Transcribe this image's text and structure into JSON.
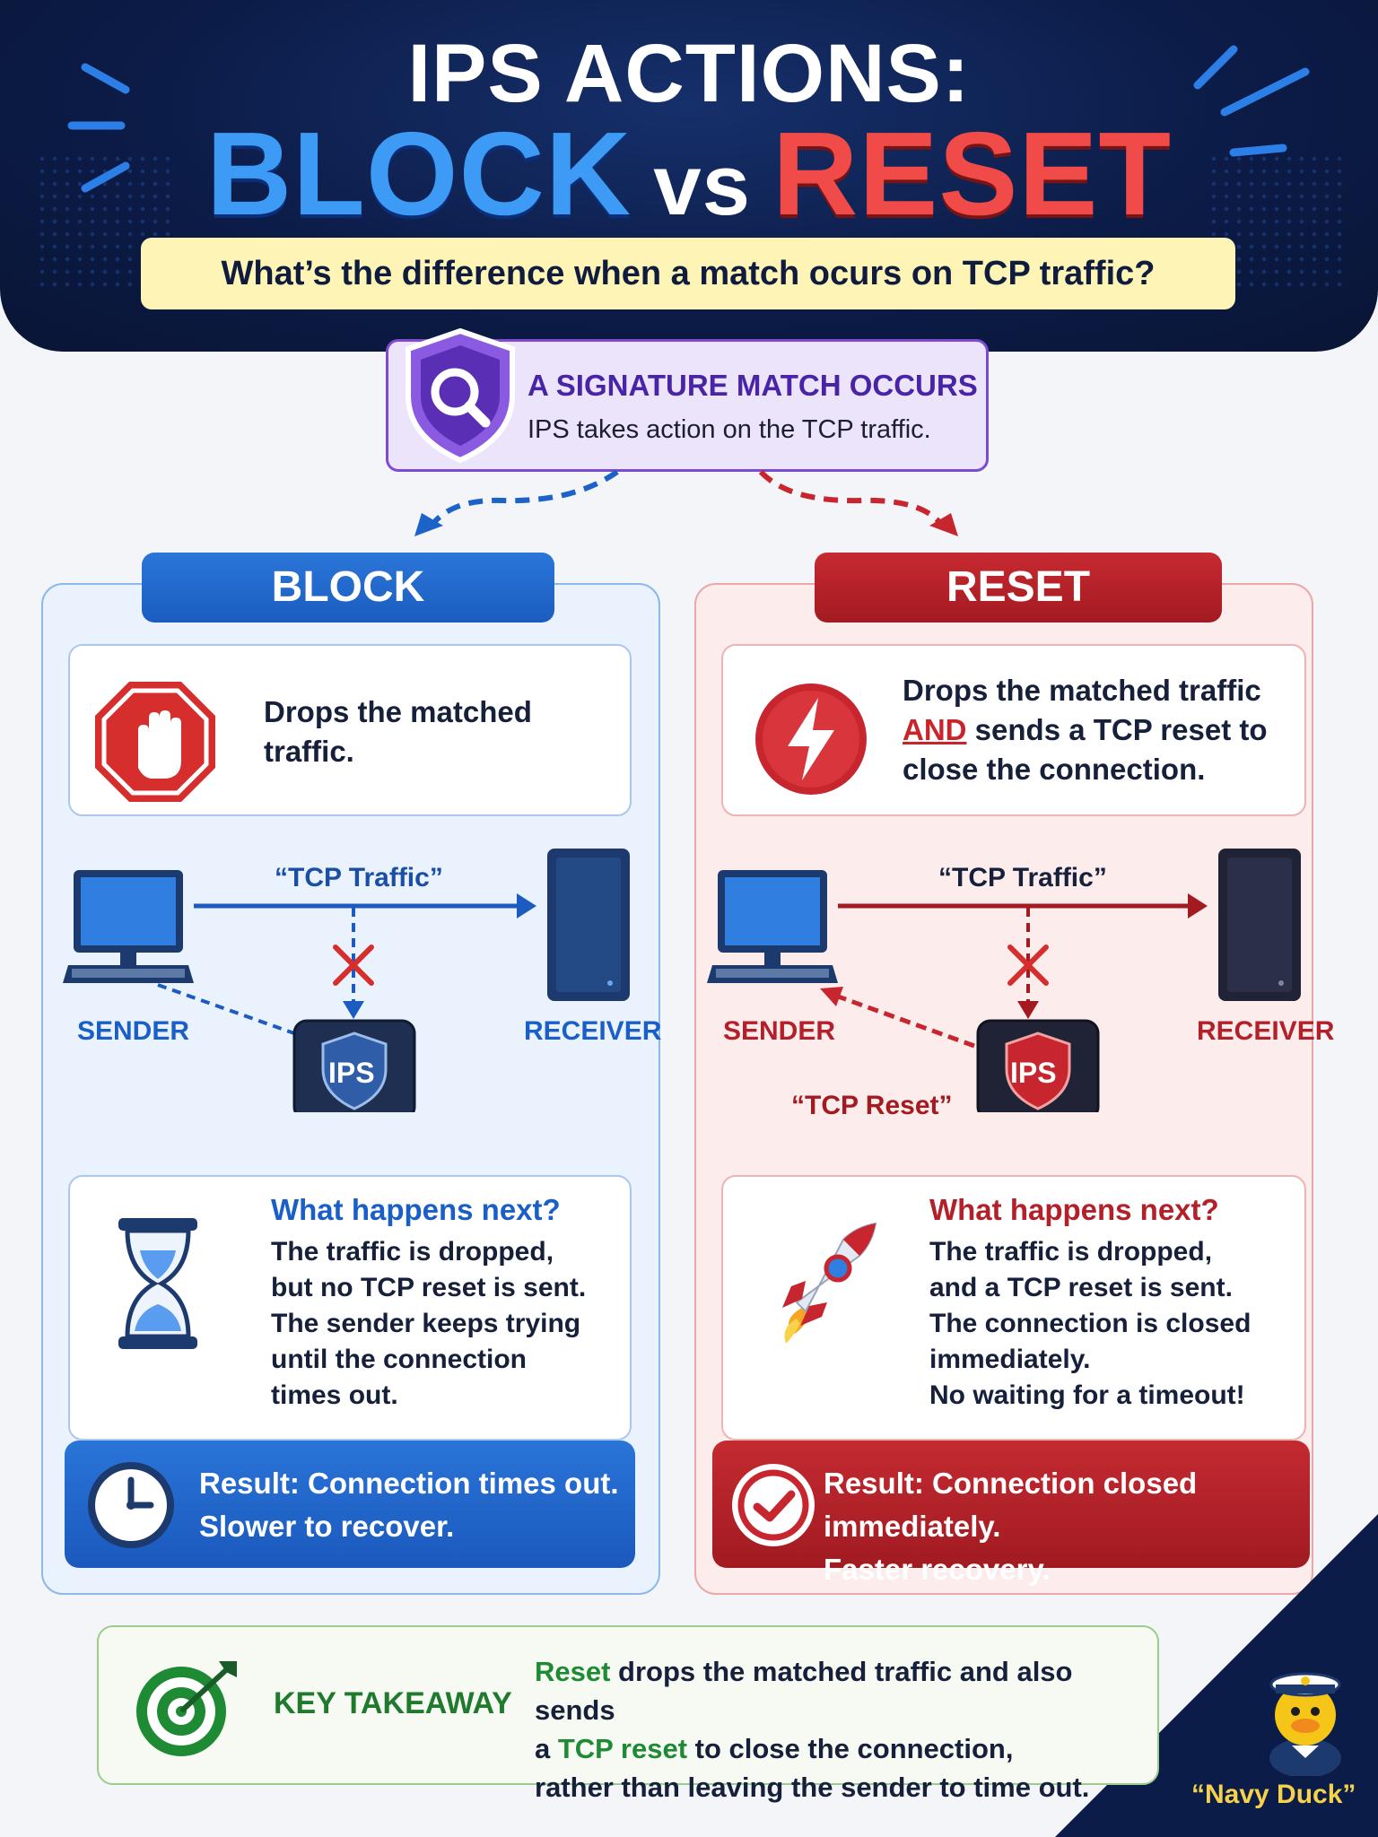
{
  "header": {
    "title_line1": "IPS ACTIONS:",
    "title_block": "BLOCK",
    "title_vs": "vs",
    "title_reset": "RESET",
    "subtitle": "What’s the difference when a match ocurs on TCP traffic?"
  },
  "match": {
    "title": "A SIGNATURE MATCH OCCURS",
    "text": "IPS takes action on the TCP traffic."
  },
  "block": {
    "tag": "BLOCK",
    "summary": "Drops the matched traffic.",
    "traffic_label": "“TCP Traffic”",
    "sender_label": "SENDER",
    "receiver_label": "RECEIVER",
    "ips_label": "IPS",
    "next_title": "What happens next?",
    "next_lines": [
      "The traffic is dropped,",
      "but no TCP reset is sent.",
      "The sender keeps trying",
      "until the connection",
      "times out."
    ],
    "result_line1": "Result: Connection times out.",
    "result_line2": "Slower to recover."
  },
  "reset": {
    "tag": "RESET",
    "summary_line1": "Drops the matched traffic",
    "summary_and": "AND",
    "summary_line2_rest": " sends a TCP reset to",
    "summary_line3": "close the connection.",
    "traffic_label": "“TCP Traffic”",
    "reset_label": "“TCP Reset”",
    "sender_label": "SENDER",
    "receiver_label": "RECEIVER",
    "ips_label": "IPS",
    "next_title": "What happens next?",
    "next_lines": [
      "The traffic is dropped,",
      "and a TCP reset is sent.",
      "The connection is closed",
      "immediately.",
      "No waiting for a timeout!"
    ],
    "result_line1": "Result: Connection closed immediately.",
    "result_line2": "Faster recovery."
  },
  "takeaway": {
    "label": "KEY TAKEAWAY",
    "reset_word": "Reset",
    "line1_rest": " drops the matched traffic and also sends",
    "line2_a": "a ",
    "tcp_reset": "TCP reset",
    "line2_rest": " to close the connection,",
    "line3": "rather than leaving the sender to time out."
  },
  "brand": {
    "mascot_name": "“Navy Duck”"
  },
  "colors": {
    "navy": "#0c1c48",
    "block_blue": "#1c5cc0",
    "reset_red": "#a31a20",
    "match_purple": "#7d4bd0",
    "takeaway_green": "#1f7a2e",
    "highlight_yellow": "#fdf4b6"
  }
}
